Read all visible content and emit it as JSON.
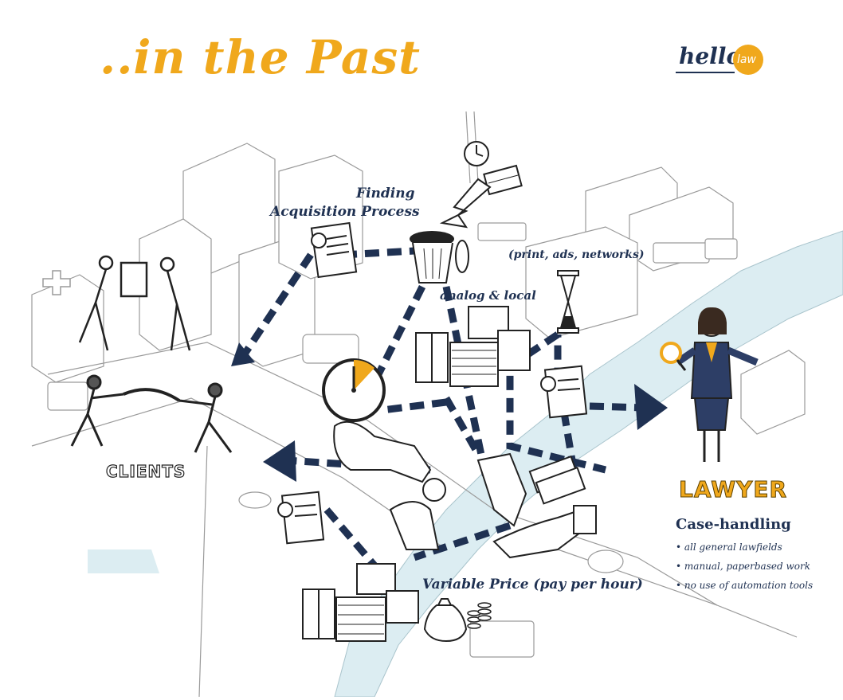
{
  "title": "..in the Past",
  "logo": {
    "hello": "hello",
    "law": "law"
  },
  "labels": {
    "finding": "Finding",
    "acquisition": "Acquisition Process",
    "channels": "(print, ads, networks)",
    "analog": "analog & local",
    "variable_price": "Variable Price (pay per hour)",
    "clients": "CLIENTS",
    "lawyer": "LAWYER"
  },
  "case_handling": {
    "title": "Case-handling",
    "items": [
      "all general lawfields",
      "manual, paperbased work",
      "no use of automation tools"
    ]
  },
  "colors": {
    "accent": "#f0a81c",
    "navy": "#1f3152",
    "river": "#dcedf2",
    "sketch": "#9a9a9a"
  },
  "icons": [
    "clock-icon",
    "money-stack-icon",
    "trash-can-icon",
    "certificate-icon",
    "hourglass-icon",
    "folder-stack-icon",
    "stopwatch-icon",
    "handshake-icon",
    "money-bag-icon",
    "coin-stack-icon",
    "buildings-icon"
  ]
}
